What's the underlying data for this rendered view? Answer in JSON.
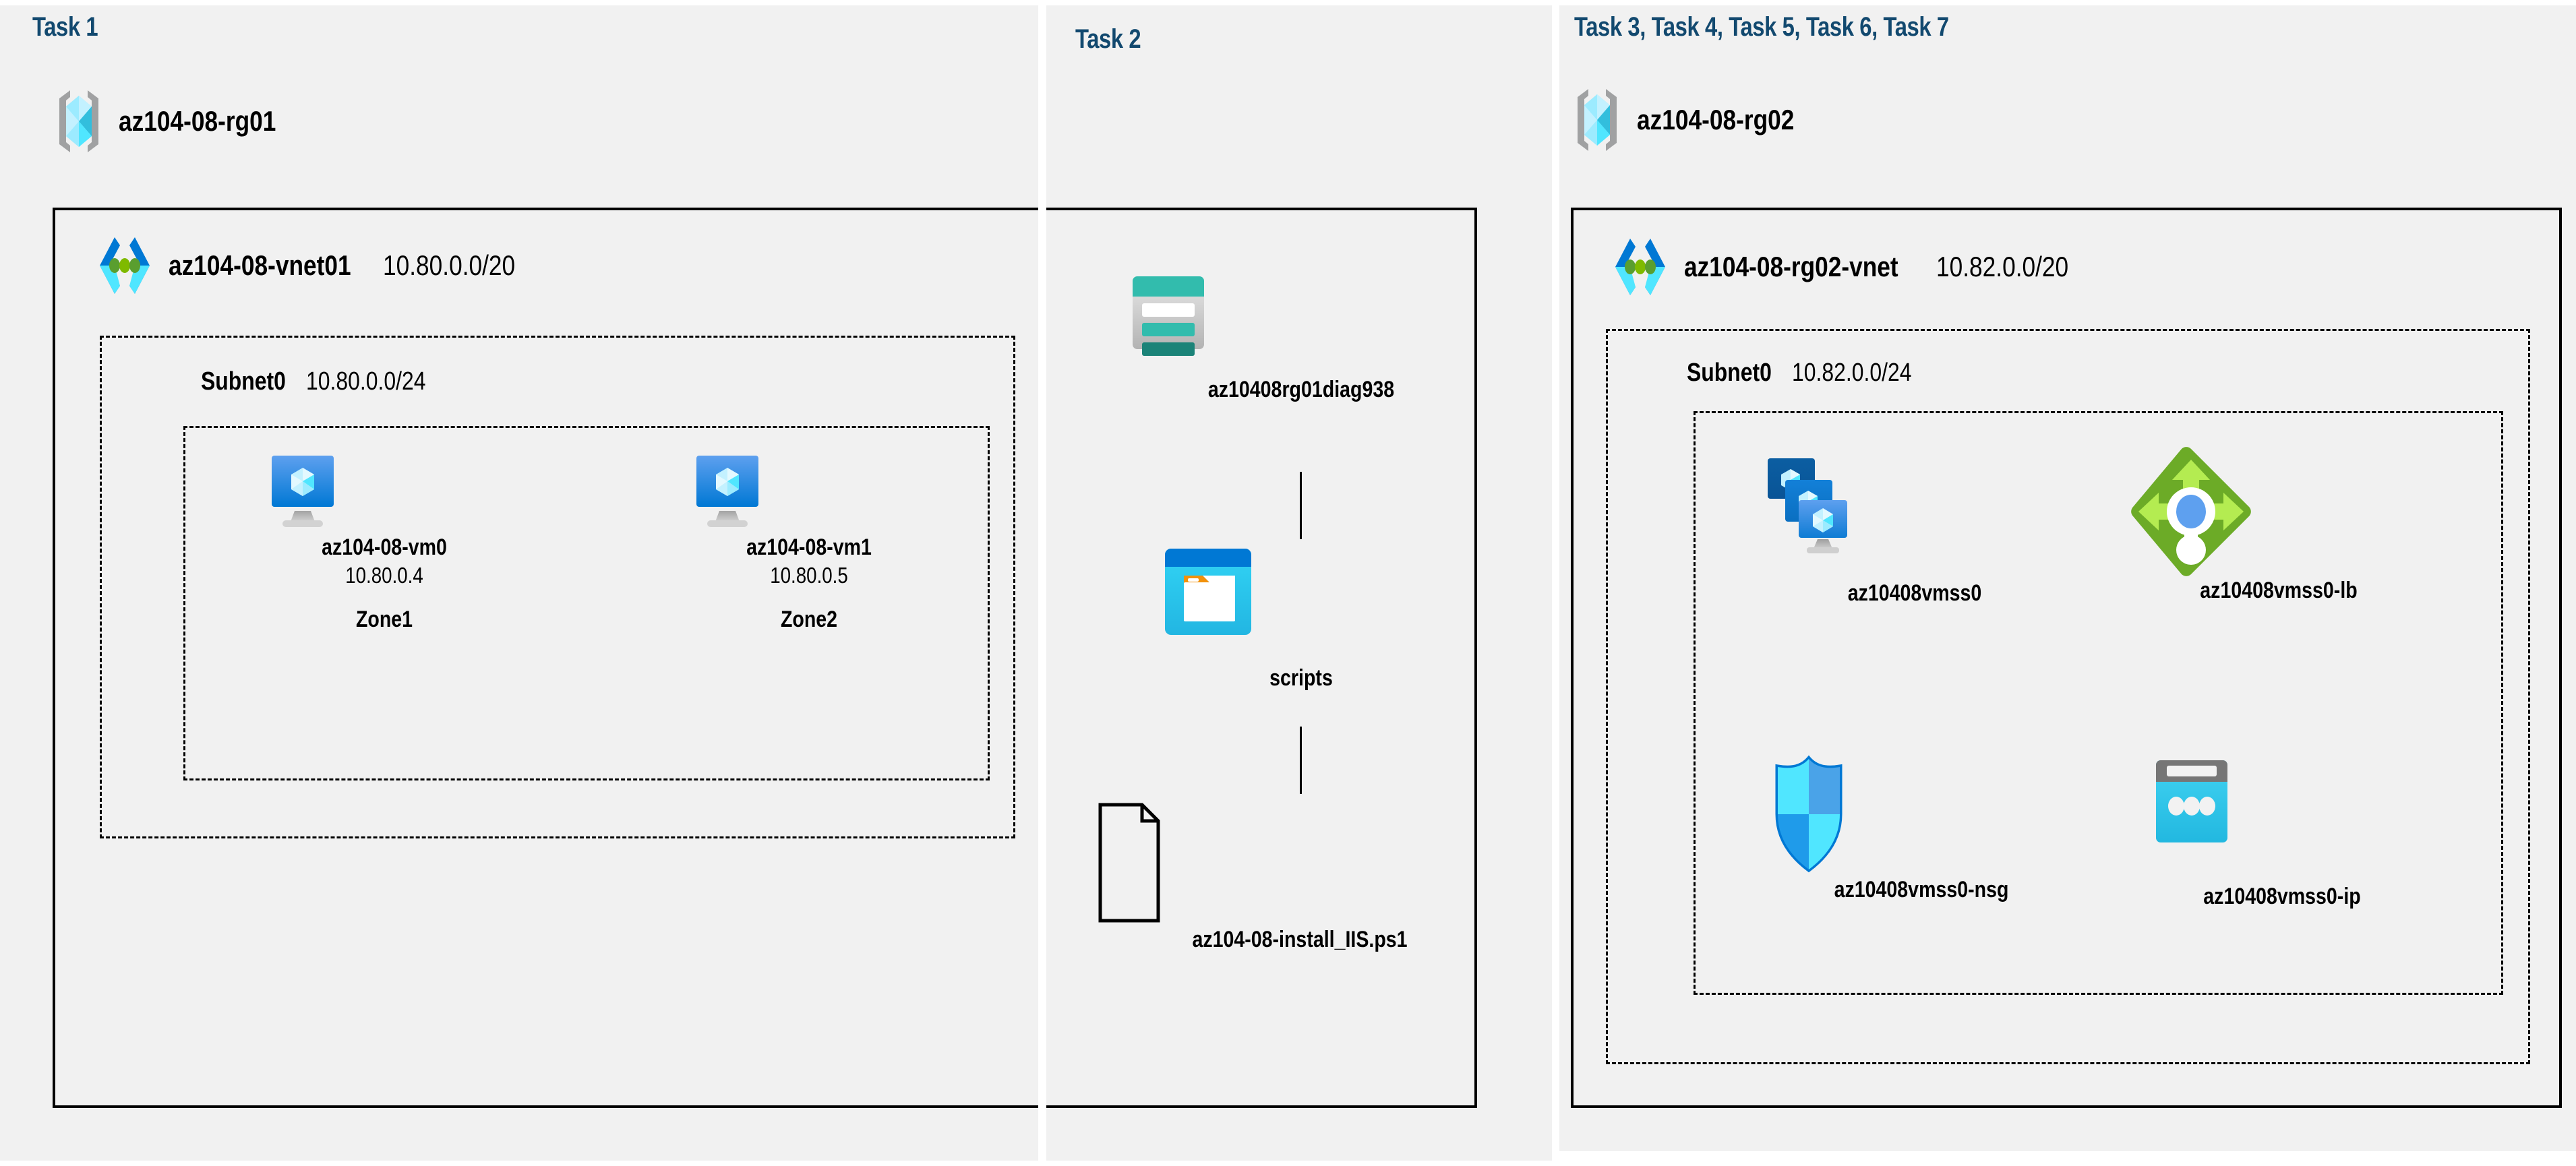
{
  "columns": [
    {
      "id": "task1",
      "label": "Task 1"
    },
    {
      "id": "task2",
      "label": "Task 2"
    },
    {
      "id": "task3",
      "label": "Task 3, Task 4, Task 5, Task 6, Task 7"
    }
  ],
  "colors": {
    "task_label": "#12496f",
    "panel_bg": "#f1f1f1",
    "page_bg": "#ffffff",
    "border": "#000000",
    "azure_blue": "#0078d4",
    "azure_cyan": "#50e6ff",
    "vnet_green": "#7fba00",
    "storage_teal": "#32bcad",
    "lb_green": "#6cab27",
    "lb_arrow": "#b4ec51",
    "lb_center": "#5ea0ef",
    "publicip_gray": "#767676",
    "rg_bracket_gray": "#a0a1a2"
  },
  "resource_group_1": {
    "icon": "resource-group-icon",
    "name": "az104-08-rg01"
  },
  "resource_group_2": {
    "icon": "resource-group-icon",
    "name": "az104-08-rg02"
  },
  "vnet_1": {
    "icon": "virtual-network-icon",
    "name": "az104-08-vnet01",
    "cidr": "10.80.0.0/20",
    "subnet": {
      "name": "Subnet0",
      "cidr": "10.80.0.0/24"
    }
  },
  "vnet_2": {
    "icon": "virtual-network-icon",
    "name": "az104-08-rg02-vnet",
    "cidr": "10.82.0.0/20",
    "subnet": {
      "name": "Subnet0",
      "cidr": "10.82.0.0/24"
    }
  },
  "vms": [
    {
      "icon": "virtual-machine-icon",
      "name": "az104-08-vm0",
      "ip": "10.80.0.4",
      "zone": "Zone1"
    },
    {
      "icon": "virtual-machine-icon",
      "name": "az104-08-vm1",
      "ip": "10.80.0.5",
      "zone": "Zone2"
    }
  ],
  "storage": {
    "account": {
      "icon": "storage-account-icon",
      "name": "az10408rg01diag938"
    },
    "container": {
      "icon": "blob-container-icon",
      "name": "scripts"
    },
    "file": {
      "icon": "file-document-icon",
      "name": "az104-08-install_IIS.ps1"
    }
  },
  "scale_set_resources": [
    {
      "icon": "vm-scale-set-icon",
      "name": "az10408vmss0"
    },
    {
      "icon": "load-balancer-icon",
      "name": "az10408vmss0-lb"
    },
    {
      "icon": "network-security-group-icon",
      "name": "az10408vmss0-nsg"
    },
    {
      "icon": "public-ip-address-icon",
      "name": "az10408vmss0-ip"
    }
  ]
}
